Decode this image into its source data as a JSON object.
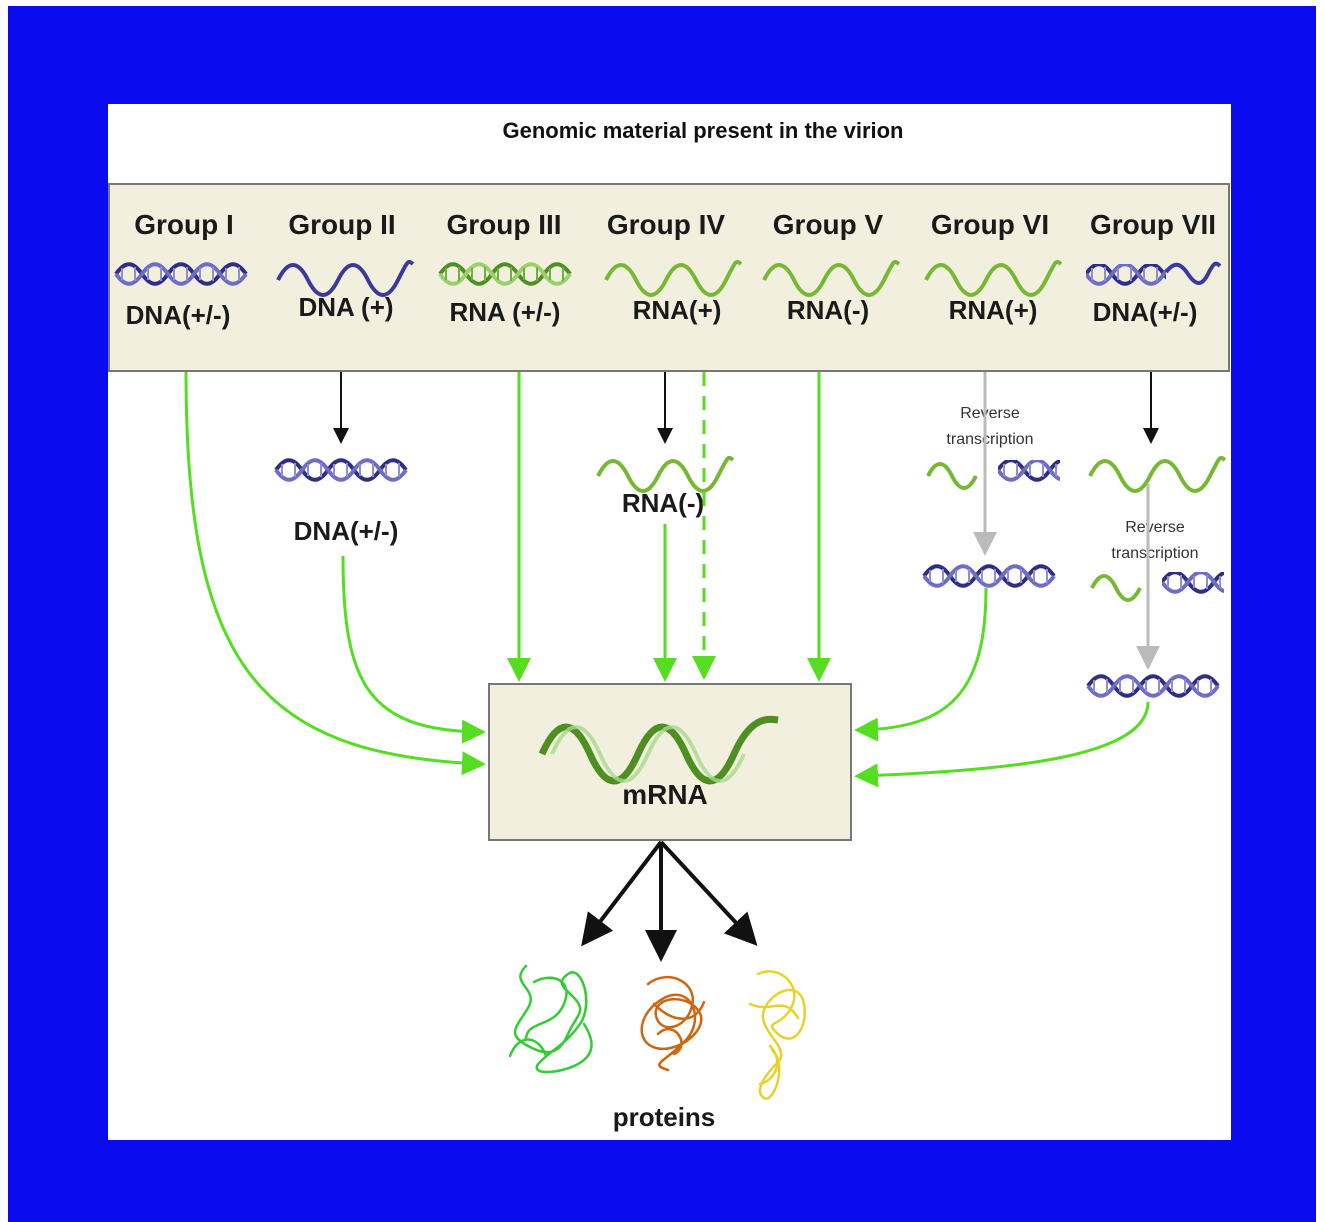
{
  "title": "Genomic material present in the virion",
  "groups": [
    {
      "name": "Group I",
      "genome": "DNA(+/-)"
    },
    {
      "name": "Group II",
      "genome": "DNA (+)"
    },
    {
      "name": "Group III",
      "genome": "RNA (+/-)"
    },
    {
      "name": "Group IV",
      "genome": "RNA(+)"
    },
    {
      "name": "Group V",
      "genome": "RNA(-)"
    },
    {
      "name": "Group VI",
      "genome": "RNA(+)"
    },
    {
      "name": "Group VII",
      "genome": "DNA(+/-)"
    }
  ],
  "intermediates": {
    "group2": "DNA(+/-)",
    "group4": "RNA(-)",
    "rt_label_line1": "Reverse",
    "rt_label_line2": "transcription"
  },
  "center_label": "mRNA",
  "output_label": "proteins",
  "colors": {
    "frame": "#0b0bf0",
    "box_fill": "#f3efdf",
    "arrow_green": "#55dd22",
    "dna_blue": "#3a3a9a",
    "rna_green": "#77b833",
    "protein_green": "#33cc33",
    "protein_orange": "#cc6611",
    "protein_yellow": "#e8d22a"
  }
}
